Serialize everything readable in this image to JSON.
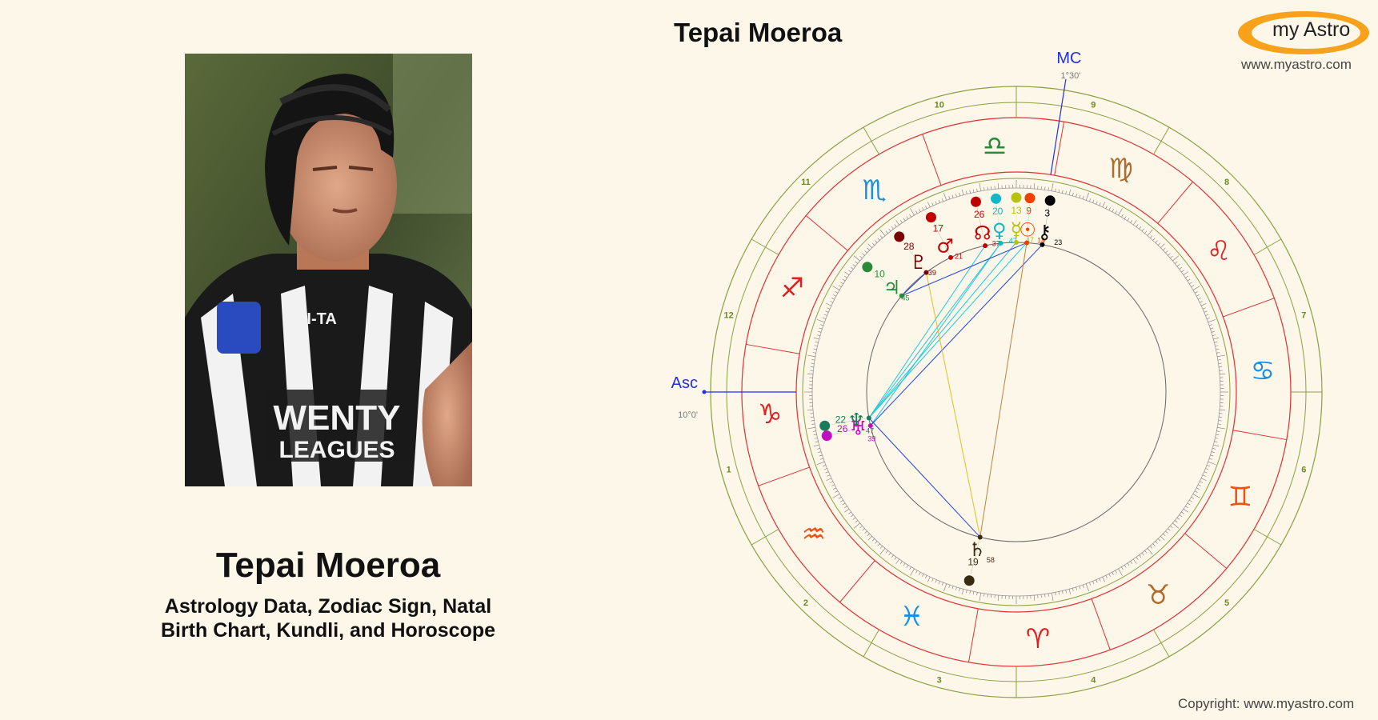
{
  "person": {
    "name": "Tepai Moeroa",
    "subtitle_line1": "Astrology Data, Zodiac Sign, Natal",
    "subtitle_line2": "Birth Chart, Kundli, and Horoscope"
  },
  "brand": {
    "logo_text": "my Astro",
    "url": "www.myastro.com",
    "copyright": "Copyright: www.myastro.com"
  },
  "chart": {
    "title": "Tepai Moeroa",
    "asc_label": "Asc",
    "asc_degree": "10°0'",
    "mc_label": "MC",
    "mc_degree": "1°30'",
    "houses": [
      "1",
      "2",
      "3",
      "4",
      "5",
      "6",
      "7",
      "8",
      "9",
      "10",
      "11",
      "12"
    ],
    "signs": [
      {
        "name": "capricorn",
        "glyph": "♑",
        "color": "#e02020"
      },
      {
        "name": "aquarius",
        "glyph": "♒",
        "color": "#f05010"
      },
      {
        "name": "pisces",
        "glyph": "♓",
        "color": "#1a8fe0"
      },
      {
        "name": "aries",
        "glyph": "♈",
        "color": "#e02020"
      },
      {
        "name": "taurus",
        "glyph": "♉",
        "color": "#b06a2a"
      },
      {
        "name": "gemini",
        "glyph": "♊",
        "color": "#f05010"
      },
      {
        "name": "cancer",
        "glyph": "♋",
        "color": "#1a8fe0"
      },
      {
        "name": "leo",
        "glyph": "♌",
        "color": "#e02020"
      },
      {
        "name": "virgo",
        "glyph": "♍",
        "color": "#b06a2a"
      },
      {
        "name": "libra",
        "glyph": "♎",
        "color": "#2a8a3a"
      },
      {
        "name": "scorpio",
        "glyph": "♏",
        "color": "#1a8fe0"
      },
      {
        "name": "sagittarius",
        "glyph": "♐",
        "color": "#e02020"
      }
    ],
    "planets": [
      {
        "name": "north-node",
        "glyph": "☊",
        "degree": "26",
        "minute": "37",
        "color": "#c00000"
      },
      {
        "name": "venus",
        "glyph": "♀",
        "degree": "20",
        "minute": "47",
        "color": "#10b8c8"
      },
      {
        "name": "mercury",
        "glyph": "☿",
        "degree": "13",
        "minute": "47",
        "color": "#b8c010"
      },
      {
        "name": "sun",
        "glyph": "☉",
        "degree": "9",
        "minute": "14",
        "color": "#f04000"
      },
      {
        "name": "chiron",
        "glyph": "⚷",
        "degree": "3",
        "minute": "23",
        "color": "#000000"
      },
      {
        "name": "mars",
        "glyph": "♂",
        "degree": "17",
        "minute": "21",
        "color": "#c00000"
      },
      {
        "name": "pluto",
        "glyph": "♇",
        "degree": "28",
        "minute": "39",
        "color": "#7a0000"
      },
      {
        "name": "jupiter",
        "glyph": "♃",
        "degree": "10",
        "minute": "45",
        "color": "#2a8a3a"
      },
      {
        "name": "neptune",
        "glyph": "♆",
        "degree": "22",
        "minute": "47",
        "color": "#1a7a5a"
      },
      {
        "name": "uranus",
        "glyph": "♅",
        "degree": "26",
        "minute": "39",
        "color": "#c010c0"
      },
      {
        "name": "saturn",
        "glyph": "♄",
        "degree": "19",
        "minute": "58",
        "color": "#3a2a10"
      }
    ]
  }
}
